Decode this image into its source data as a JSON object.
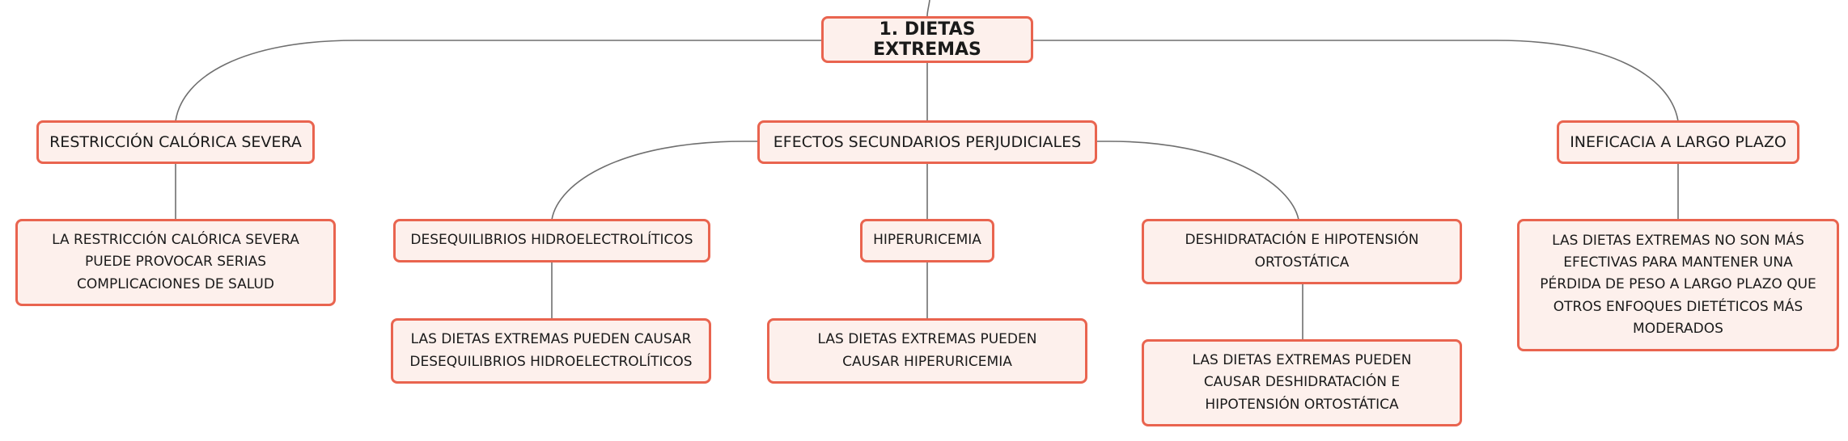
{
  "accent_color": "#e9644f",
  "node_fill_color": "#fdf0ec",
  "connector_color": "#6f6f6f",
  "root": {
    "label": "1. DIETAS EXTREMAS"
  },
  "branches": [
    {
      "label": "RESTRICCIÓN CALÓRICA SEVERA",
      "detail": "LA RESTRICCIÓN CALÓRICA SEVERA PUEDE PROVOCAR SERIAS COMPLICACIONES DE SALUD"
    },
    {
      "label": "EFECTOS SECUNDARIOS PERJUDICIALES",
      "children": [
        {
          "label": "DESEQUILIBRIOS HIDROELECTROLÍTICOS",
          "detail": "LAS DIETAS EXTREMAS PUEDEN CAUSAR DESEQUILIBRIOS HIDROELECTROLÍTICOS"
        },
        {
          "label": "HIPERURICEMIA",
          "detail": "LAS DIETAS EXTREMAS PUEDEN CAUSAR HIPERURICEMIA"
        },
        {
          "label": "DESHIDRATACIÓN E HIPOTENSIÓN ORTOSTÁTICA",
          "detail": "LAS DIETAS EXTREMAS PUEDEN CAUSAR DESHIDRATACIÓN E HIPOTENSIÓN ORTOSTÁTICA"
        }
      ]
    },
    {
      "label": "INEFICACIA A LARGO PLAZO",
      "detail": "LAS DIETAS EXTREMAS NO SON MÁS EFECTIVAS PARA MANTENER UNA PÉRDIDA DE PESO A LARGO PLAZO QUE OTROS ENFOQUES DIETÉTICOS MÁS MODERADOS"
    }
  ]
}
